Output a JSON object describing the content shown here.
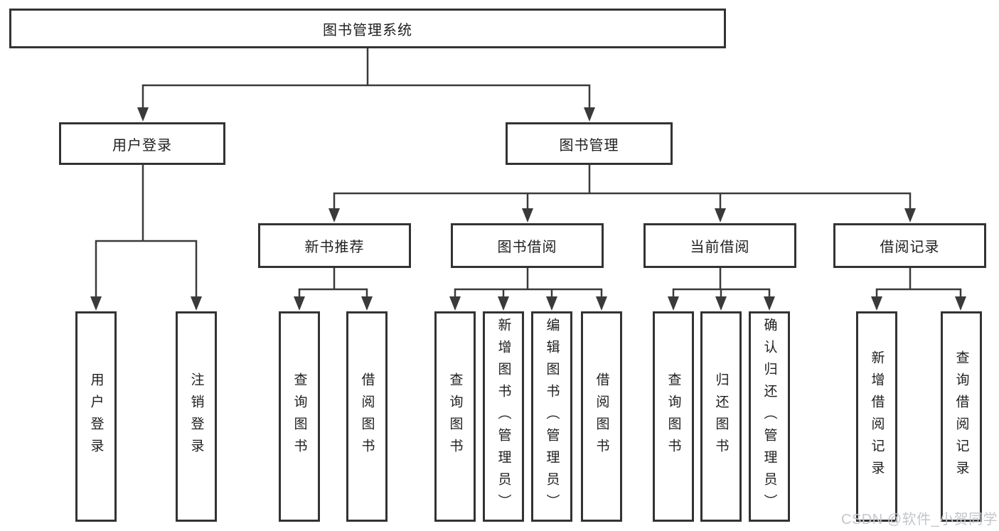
{
  "tree": {
    "root": {
      "label": "图书管理系统"
    },
    "branches": [
      {
        "label": "用户登录",
        "children": [
          {
            "label": "用户登录"
          },
          {
            "label": "注销登录"
          }
        ]
      },
      {
        "label": "图书管理",
        "children": [
          {
            "label": "新书推荐",
            "children": [
              {
                "label": "查询图书"
              },
              {
                "label": "借阅图书"
              }
            ]
          },
          {
            "label": "图书借阅",
            "children": [
              {
                "label": "查询图书"
              },
              {
                "label": "新增图书（管理员）"
              },
              {
                "label": "编辑图书（管理员）"
              },
              {
                "label": "借阅图书"
              }
            ]
          },
          {
            "label": "当前借阅",
            "children": [
              {
                "label": "查询图书"
              },
              {
                "label": "归还图书"
              },
              {
                "label": "确认归还（管理员）"
              }
            ]
          },
          {
            "label": "借阅记录",
            "children": [
              {
                "label": "新增借阅记录"
              },
              {
                "label": "查询借阅记录"
              }
            ]
          }
        ]
      }
    ]
  },
  "watermark": {
    "text": "CSDN @软件_小贺同学"
  },
  "colors": {
    "background": "#ffffff",
    "line": "#3a3a3a",
    "box_border": "#333333",
    "text": "#1f1f1f",
    "watermark": "#c3c6cb"
  }
}
